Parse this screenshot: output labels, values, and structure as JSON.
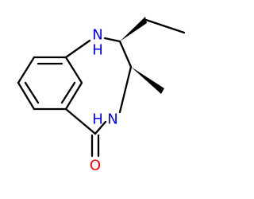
{
  "molecule": {
    "atom_labels": {
      "n1": "N",
      "h1": "H",
      "n4": "N",
      "h4": "H",
      "o": "O"
    },
    "colors": {
      "nitrogen": "#0000ff",
      "oxygen": "#ff0000",
      "bond": "#000000"
    },
    "stereo": {
      "ethyl_bond": "wedge",
      "methyl_bond": "wedge"
    }
  }
}
